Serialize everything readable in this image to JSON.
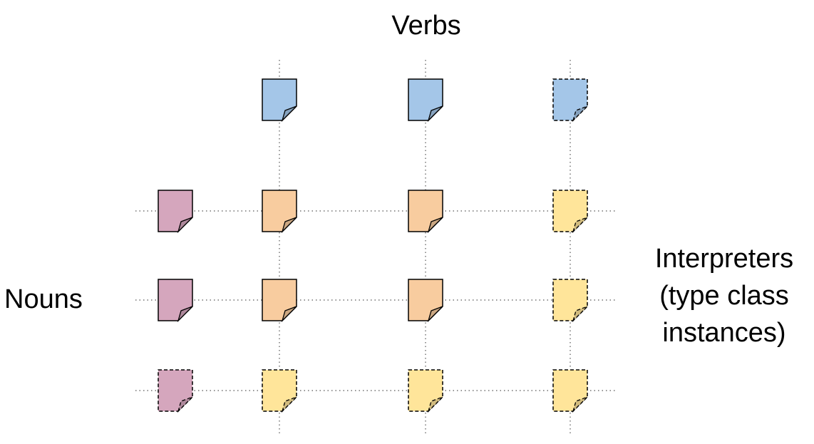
{
  "labels": {
    "verbs": "Verbs",
    "nouns": "Nouns",
    "interpreters": [
      "Interpreters",
      "(type class",
      "instances)"
    ]
  },
  "colors": {
    "verb": "#a4c6e8",
    "noun": "#d5a6bd",
    "interpreter_existing": "#f8cc9f",
    "interpreter_new": "#ffe59a",
    "stroke": "#000000",
    "guide": "#555555"
  },
  "grid": {
    "columns": [
      "noun",
      "verb-1",
      "verb-2",
      "verb-3"
    ],
    "rows": [
      "verb",
      "noun-1",
      "noun-2",
      "noun-3"
    ],
    "cells": [
      [
        null,
        {
          "fill": "verb",
          "dashed": false
        },
        {
          "fill": "verb",
          "dashed": false
        },
        {
          "fill": "verb",
          "dashed": true
        }
      ],
      [
        {
          "fill": "noun",
          "dashed": false
        },
        {
          "fill": "interpreter_existing",
          "dashed": false
        },
        {
          "fill": "interpreter_existing",
          "dashed": false
        },
        {
          "fill": "interpreter_new",
          "dashed": true
        }
      ],
      [
        {
          "fill": "noun",
          "dashed": false
        },
        {
          "fill": "interpreter_existing",
          "dashed": false
        },
        {
          "fill": "interpreter_existing",
          "dashed": false
        },
        {
          "fill": "interpreter_new",
          "dashed": true
        }
      ],
      [
        {
          "fill": "noun",
          "dashed": true
        },
        {
          "fill": "interpreter_new",
          "dashed": true
        },
        {
          "fill": "interpreter_new",
          "dashed": true
        },
        {
          "fill": "interpreter_new",
          "dashed": true
        }
      ]
    ]
  }
}
